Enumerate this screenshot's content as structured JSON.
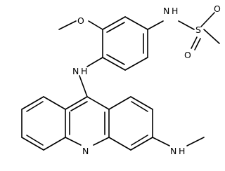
{
  "molecule": {
    "atoms": [
      {
        "id": "s1",
        "label": "S"
      },
      {
        "id": "o1",
        "label": "O"
      },
      {
        "id": "o2",
        "label": "O"
      },
      {
        "id": "n1",
        "label": "N"
      },
      {
        "id": "h1",
        "label": "H"
      },
      {
        "id": "o3",
        "label": "O"
      },
      {
        "id": "n2",
        "label": "N"
      },
      {
        "id": "h2",
        "label": "H"
      },
      {
        "id": "n3",
        "label": "N"
      },
      {
        "id": "n4",
        "label": "N"
      },
      {
        "id": "h4",
        "label": "H"
      }
    ]
  }
}
